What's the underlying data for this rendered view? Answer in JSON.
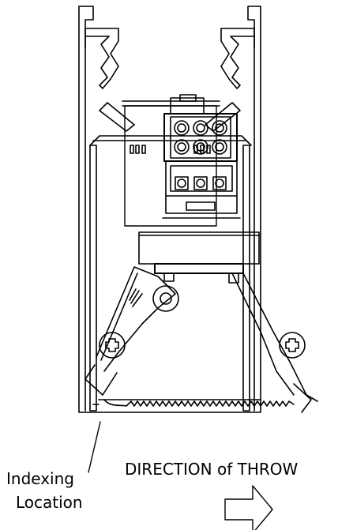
{
  "labels": {
    "direction": "DIRECTION of THROW",
    "indexing_line1": "Indexing",
    "indexing_line2": "Location"
  },
  "colors": {
    "line": "#000000",
    "background": "#ffffff"
  },
  "icons": {
    "direction_arrow": "outline-right-arrow"
  }
}
